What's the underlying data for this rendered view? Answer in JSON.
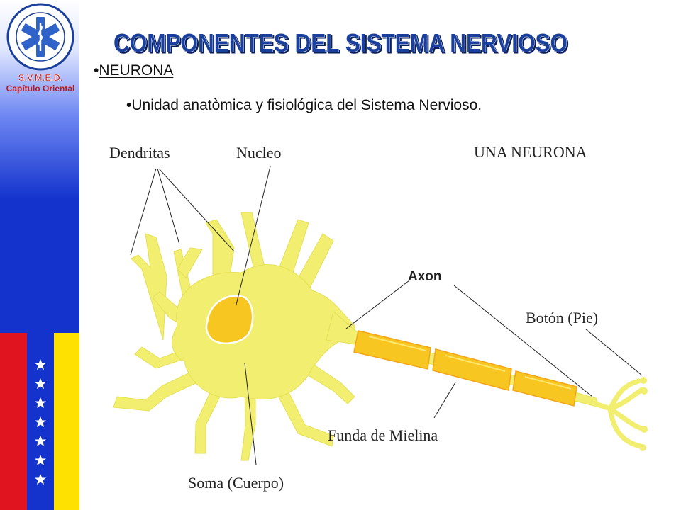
{
  "title": "COMPONENTES DEL SISTEMA NERVIOSO",
  "logo": {
    "org": "S.V.M.E.D.",
    "chapter": "Capítulo Oriental"
  },
  "bullets": [
    {
      "text": "NEURONA"
    },
    {
      "text": "Unidad anatòmica y fisiológica del Sistema Nervioso."
    }
  ],
  "diagram": {
    "heading": "UNA NEURONA",
    "labels": {
      "dendritas": "Dendritas",
      "nucleo": "Nucleo",
      "axon": "Axon",
      "boton": "Botón (Pie)",
      "funda": "Funda de Mielina",
      "soma": "Soma (Cuerpo)"
    }
  },
  "colors": {
    "title_fill": "#1a3f9c",
    "title_outline": "#ffffff",
    "neuron": "#f2ee6f",
    "nucleus": "#f7c620",
    "myelin": "#f7c620",
    "flag_yellow": "#ffe100",
    "flag_blue": "#1333cc",
    "flag_red": "#e0141e"
  }
}
